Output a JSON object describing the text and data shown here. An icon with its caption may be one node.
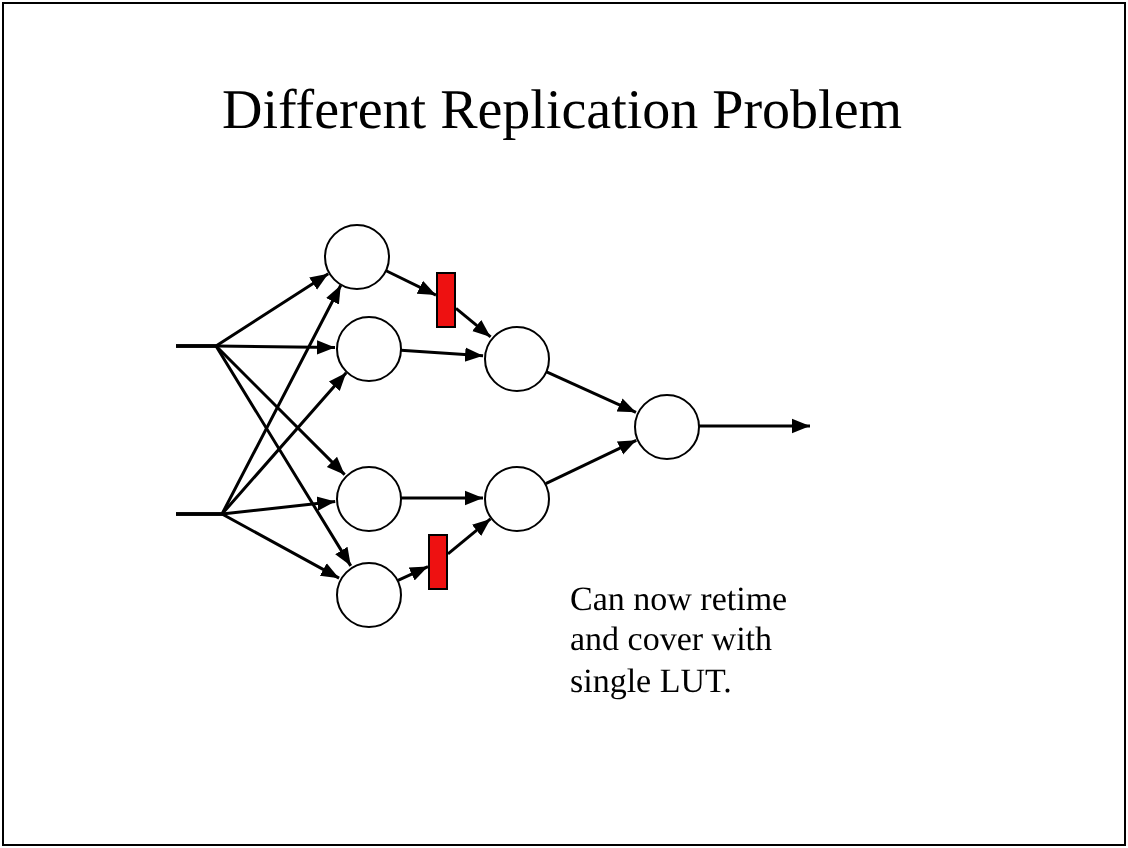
{
  "diagram": {
    "title": "Different Replication Problem",
    "nodes": [
      {
        "text": [],
        "shape": "circle"
      },
      {
        "text": [],
        "shape": "circle"
      },
      {
        "text": [],
        "shape": "circle"
      },
      {
        "text": [],
        "shape": "circle"
      },
      {
        "text": [],
        "shape": "bar"
      },
      {
        "text": [],
        "shape": "bar"
      },
      {
        "text": [],
        "shape": "circle"
      },
      {
        "text": [],
        "shape": "circle"
      },
      {
        "text": [],
        "shape": "circle"
      }
    ],
    "edges": [
      {
        "from": null,
        "to": 0,
        "arrow": "to"
      },
      {
        "from": null,
        "to": 1,
        "arrow": "to"
      },
      {
        "from": null,
        "to": 2,
        "arrow": "to"
      },
      {
        "from": null,
        "to": 3,
        "arrow": "to"
      },
      {
        "from": null,
        "to": 0,
        "arrow": "to"
      },
      {
        "from": null,
        "to": 1,
        "arrow": "to"
      },
      {
        "from": null,
        "to": 2,
        "arrow": "to"
      },
      {
        "from": null,
        "to": 3,
        "arrow": "to"
      },
      {
        "from": 0,
        "to": 4,
        "arrow": "to"
      },
      {
        "from": 4,
        "to": 6,
        "arrow": "to"
      },
      {
        "from": 1,
        "to": 6,
        "arrow": "to"
      },
      {
        "from": 2,
        "to": 7,
        "arrow": "to"
      },
      {
        "from": 3,
        "to": 5,
        "arrow": "to"
      },
      {
        "from": 5,
        "to": 7,
        "arrow": "to"
      },
      {
        "from": 6,
        "to": 8,
        "arrow": "to"
      },
      {
        "from": 7,
        "to": 8,
        "arrow": "to"
      },
      {
        "from": 8,
        "to": null,
        "arrow": "to"
      }
    ],
    "labels": [
      "Can now retime and cover with single LUT."
    ]
  }
}
